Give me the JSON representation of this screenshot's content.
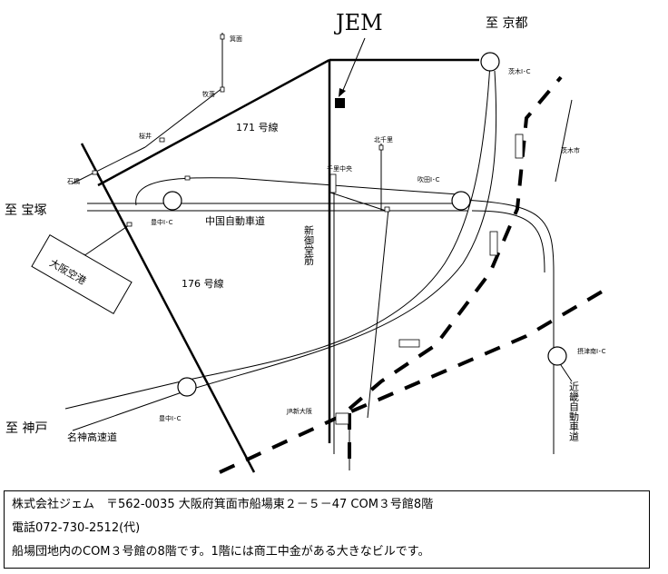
{
  "title": "JEM",
  "labels": {
    "to_kyoto": "至 京都",
    "to_takarazuka": "至 宝塚",
    "to_kobe": "至 神戸",
    "ibaraki_ic": "茨木I･C",
    "route171": "171 号線",
    "route176": "176 号線",
    "minoo": "箕面",
    "makiochi": "牧落",
    "sakurai": "桜井",
    "ishibashi": "石橋",
    "kita_senri": "北千里",
    "senri_chuo": "千里中央",
    "suita_ic": "吹田I･C",
    "ibaraki_city": "茨木市",
    "toyonaka_ic_north": "豊中I･C",
    "chugoku_expressway": "中国自動車道",
    "shin_midosuji": "新御堂筋",
    "osaka_airport": "大阪空港",
    "settsu_minami_ic": "摂津南I･C",
    "kinki_expressway": "近畿自動車道",
    "jr_shin_osaka": "JR新大阪",
    "toyonaka_ic_south": "豊中I･C",
    "meishin_expressway": "名神高速道"
  },
  "info": {
    "line1": "株式会社ジェム　〒562-0035 大阪府箕面市船場東２－５－47 COM３号館8階",
    "line2": "電話072-730-2512(代)",
    "line3": "船場団地内のCOM３号館の8階です。1階には商工中金がある大きなビルです。"
  }
}
